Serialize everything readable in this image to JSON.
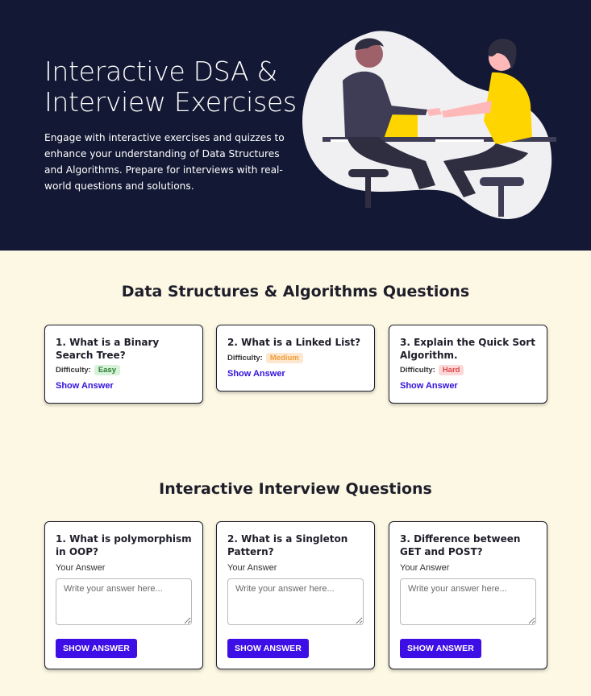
{
  "hero": {
    "title": "Interactive DSA & Interview Exercises",
    "subtitle": "Engage with interactive exercises and quizzes to enhance your understanding of Data Structures and Algorithms. Prepare for interviews with real-world questions and solutions.",
    "illustration": "two-people-meeting-at-table"
  },
  "dsa": {
    "title": "Data Structures & Algorithms Questions",
    "difficulty_label": "Difficulty:",
    "cards": [
      {
        "question": "1. What is a Binary Search Tree?",
        "difficulty": "Easy",
        "action": "Show Answer"
      },
      {
        "question": "2. What is a Linked List?",
        "difficulty": "Medium",
        "action": "Show Answer"
      },
      {
        "question": "3. Explain the Quick Sort Algorithm.",
        "difficulty": "Hard",
        "action": "Show Answer"
      }
    ]
  },
  "interview": {
    "title": "Interactive Interview Questions",
    "cards": [
      {
        "question": "1. What is polymorphism in OOP?",
        "label": "Your Answer",
        "placeholder": "Write your answer here...",
        "button": "Show Answer"
      },
      {
        "question": "2. What is a Singleton Pattern?",
        "label": "Your Answer",
        "placeholder": "Write your answer here...",
        "button": "Show Answer"
      },
      {
        "question": "3. Difference between GET and POST?",
        "label": "Your Answer",
        "placeholder": "Write your answer here...",
        "button": "Show Answer"
      }
    ]
  },
  "colors": {
    "hero_bg": "#131834",
    "page_bg": "#fdf8e4",
    "accent": "#3d0ee6",
    "easy": "#2e7d32",
    "medium": "#f39c39",
    "hard": "#e0484a"
  }
}
